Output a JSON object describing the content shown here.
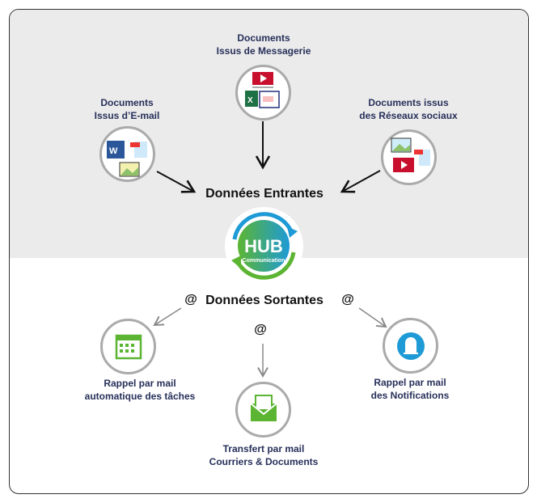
{
  "inputs": {
    "email": {
      "line1": "Documents",
      "line2": "Issus d’E-mail"
    },
    "messaging": {
      "line1": "Documents",
      "line2": "Issus de Messagerie"
    },
    "social": {
      "line1": "Documents issus",
      "line2": "des Réseaux sociaux"
    }
  },
  "incoming_title": "Données Entrantes",
  "hub": {
    "title": "HUB",
    "subtitle": "Communication"
  },
  "outgoing_title": "Données Sortantes",
  "at_symbol": "@",
  "outputs": {
    "tasks": {
      "line1": "Rappel par mail",
      "line2": "automatique des tâches"
    },
    "transfer": {
      "line1": "Transfert par mail",
      "line2": "Courriers & Documents"
    },
    "notifications": {
      "line1": "Rappel par mail",
      "line2": "des Notifications"
    }
  },
  "colors": {
    "text": "#27305a",
    "hub_blue": "#1e9ad6",
    "hub_green": "#5cb532",
    "bg_top": "#ebebeb"
  }
}
